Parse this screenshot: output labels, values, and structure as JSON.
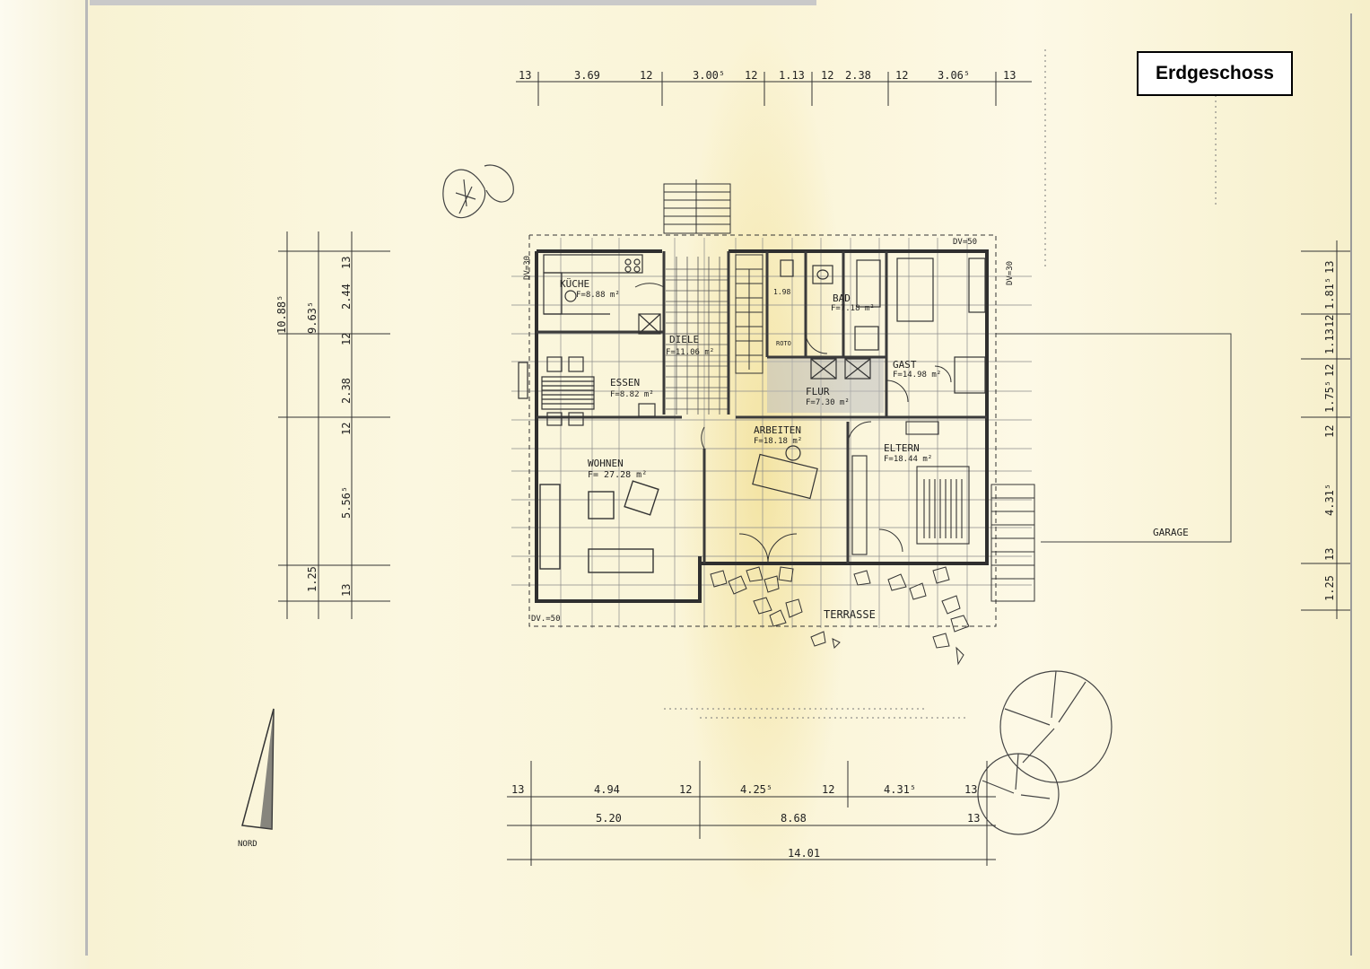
{
  "title": "Erdgeschoss",
  "rooms": {
    "kueche": {
      "name": "KÜCHE",
      "area": "F=8.88 m²"
    },
    "diele": {
      "name": "DIELE",
      "area": "F=11.06 m²"
    },
    "essen": {
      "name": "ESSEN",
      "area": "F=8.82 m²"
    },
    "bad": {
      "name": "BAD",
      "area": "F=7.18 m²"
    },
    "gast": {
      "name": "GAST",
      "area": "F=14.98 m²"
    },
    "flur": {
      "name": "FLUR",
      "area": "F=7.30 m²"
    },
    "arbeiten": {
      "name": "ARBEITEN",
      "area": "F=18.18 m²"
    },
    "wohnen": {
      "name": "WOHNEN",
      "area": "F= 27.28 m²"
    },
    "eltern": {
      "name": "ELTERN",
      "area": "F=18.44 m²"
    },
    "terrasse": {
      "name": "TERRASSE"
    },
    "garage": {
      "name": "GARAGE"
    }
  },
  "labels": {
    "nord": "NORD",
    "dv30_left": "DV=30",
    "dv30_right": "DV=30",
    "dv50_top": "DV=50",
    "dv50_bottom": "DV.=50",
    "bad_ref": "1.98",
    "roto": "ROTO"
  },
  "dims": {
    "top": [
      "13",
      "3.69",
      "12",
      "3.00⁵",
      "12",
      "1.13",
      "12",
      "2.38",
      "12",
      "3.06⁵",
      "13"
    ],
    "left": [
      "10.88⁵",
      "9.63⁵",
      "13",
      "2.44",
      "12",
      "2.38",
      "12",
      "5.56⁵",
      "1.25",
      "13"
    ],
    "right": [
      "13",
      "1.81⁵",
      "12",
      "1.13",
      "12",
      "1.75⁵",
      "12",
      "4.31⁵",
      "13",
      "1.25"
    ],
    "bottom1": [
      "13",
      "4.94",
      "12",
      "4.25⁵",
      "12",
      "4.31⁵",
      "13"
    ],
    "bottom2": [
      "5.20",
      "8.68",
      "13"
    ],
    "bottom3": "14.01"
  },
  "colors": {
    "line": "#3a3a3a",
    "paper": "#fbf6dc",
    "ink": "#222222"
  }
}
